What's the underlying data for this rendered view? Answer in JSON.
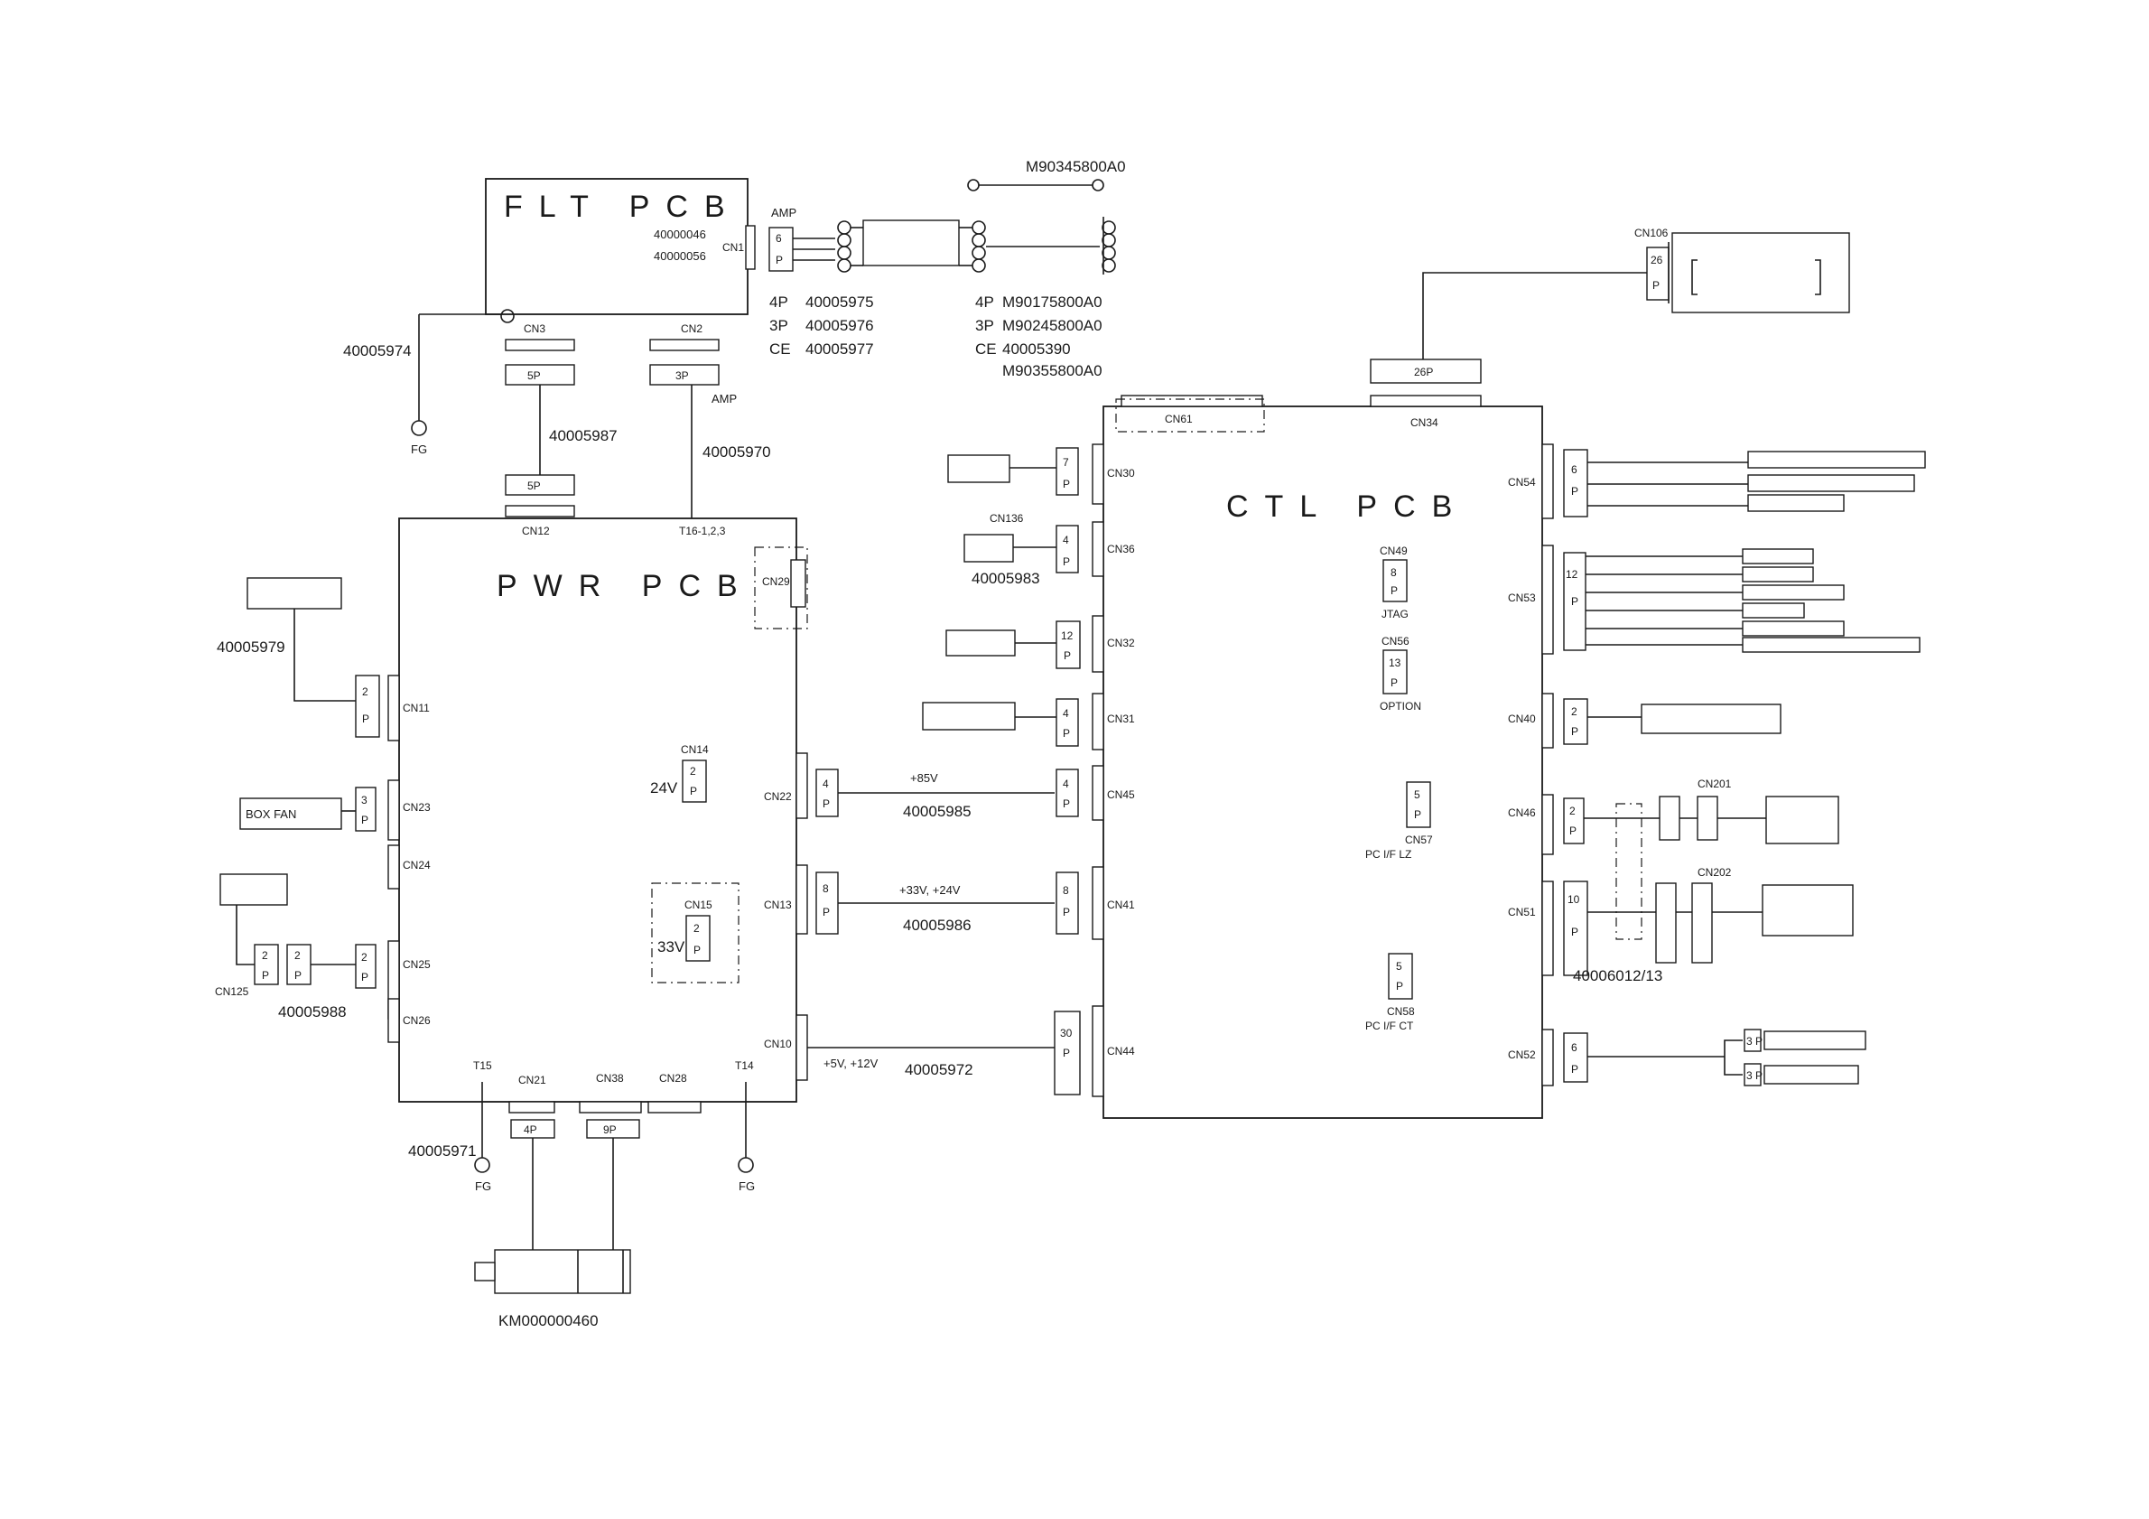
{
  "boards": {
    "flt": {
      "title": "FLT PCB",
      "part1": "40000046",
      "part2": "40000056",
      "cn1": "CN1",
      "cn2": "CN2",
      "cn3": "CN3"
    },
    "pwr": {
      "title": "PWR PCB",
      "cn12": "CN12",
      "t16": "T16-1,2,3",
      "cn29": "CN29",
      "cn11": "CN11",
      "cn23": "CN23",
      "cn24": "CN24",
      "cn25": "CN25",
      "cn26": "CN26",
      "cn14": "CN14",
      "v24": "24V",
      "cn15": "CN15",
      "v33": "33V",
      "cn22": "CN22",
      "cn13": "CN13",
      "cn10": "CN10",
      "t15": "T15",
      "cn21": "CN21",
      "cn38": "CN38",
      "cn28": "CN28",
      "t14": "T14"
    },
    "ctl": {
      "title": "CTL PCB",
      "cn61": "CN61",
      "cn34": "CN34",
      "cn30": "CN30",
      "cn36": "CN36",
      "cn32": "CN32",
      "cn31": "CN31",
      "cn45": "CN45",
      "cn41": "CN41",
      "cn44": "CN44",
      "cn49": "CN49",
      "jtag": "JTAG",
      "cn56": "CN56",
      "option": "OPTION",
      "cn57": "CN57",
      "pclz": "PC   I/F LZ",
      "cn58": "CN58",
      "pcct": "PC   I/F      CT",
      "cn54": "CN54",
      "cn53": "CN53",
      "cn40": "CN40",
      "cn46": "CN46",
      "cn51": "CN51",
      "cn52": "CN52"
    }
  },
  "pins": {
    "p2": "2",
    "p3": "3",
    "p4": "4",
    "p5": "5",
    "p6": "6",
    "p7": "7",
    "p8": "8",
    "p10": "10",
    "p12": "12",
    "p13": "13",
    "p26": "26",
    "p30": "30",
    "p": "P",
    "h5p": "5P",
    "h3p": "3P",
    "h26p": "26P",
    "h4p": "4P",
    "h9p": "9P",
    "p3p": "3 P"
  },
  "labels": {
    "amp1": "AMP",
    "amp2": "AMP",
    "m90345800a0": "M90345800A0",
    "l4p_1": "4P",
    "l4p_1v": "40005975",
    "l3p_1": "3P",
    "l3p_1v": "40005976",
    "lce_1": "CE",
    "lce_1v": "40005977",
    "l4p_2": "4P",
    "l4p_2v": "M90175800A0",
    "l3p_2": "3P",
    "l3p_2v": "M90245800A0",
    "lce_2": "CE",
    "lce_2v": "40005390",
    "m90355800a0": "M90355800A0",
    "cn106": "CN106",
    "w40005974": "40005974",
    "fg1": "FG",
    "w40005987": "40005987",
    "w40005970": "40005970",
    "w40005979": "40005979",
    "boxfan": "BOX FAN",
    "cn125": "CN125",
    "w40005988": "40005988",
    "w40005971": "40005971",
    "fg2": "FG",
    "fg3": "FG",
    "km": "KM000000460",
    "cn136": "CN136",
    "w40005983": "40005983",
    "v85": "+85V",
    "w40005985": "40005985",
    "v3324": "+33V, +24V",
    "w40005986": "40005986",
    "v512": "+5V, +12V",
    "w40005972": "40005972",
    "cn201": "CN201",
    "cn202": "CN202",
    "w40006012": "40006012/13"
  }
}
